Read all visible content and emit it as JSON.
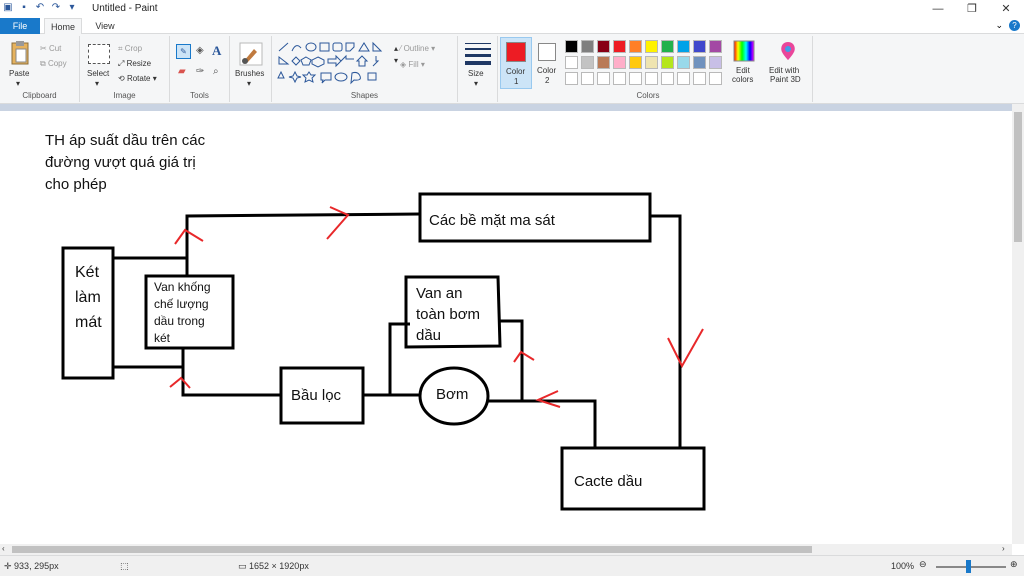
{
  "window": {
    "title": "Untitled - Paint",
    "minimize": "—",
    "restore": "❐",
    "close": "✕"
  },
  "tabs": {
    "file": "File",
    "home": "Home",
    "view": "View"
  },
  "ribbon": {
    "clipboard": {
      "paste": "Paste",
      "cut": "Cut",
      "copy": "Copy",
      "label": "Clipboard"
    },
    "image": {
      "select": "Select",
      "crop": "Crop",
      "resize": "Resize",
      "rotate": "Rotate",
      "label": "Image"
    },
    "tools": {
      "label": "Tools",
      "text_tool": "A"
    },
    "brushes": {
      "label": "Brushes"
    },
    "shapes": {
      "outline": "Outline",
      "fill": "Fill",
      "label": "Shapes"
    },
    "size": {
      "label": "Size"
    },
    "color1": {
      "label": "Color",
      "num": "1",
      "value": "#ed1c24"
    },
    "color2": {
      "label": "Color",
      "num": "2",
      "value": "#ffffff"
    },
    "colors": {
      "label": "Colors",
      "edit_line1": "Edit",
      "edit_line2": "colors",
      "paint3d_line1": "Edit with",
      "paint3d_line2": "Paint 3D",
      "row1": [
        "#000000",
        "#7f7f7f",
        "#880015",
        "#ed1c24",
        "#ff7f27",
        "#fff200",
        "#22b14c",
        "#00a2e8",
        "#3f48cc",
        "#a349a4"
      ],
      "row2": [
        "#ffffff",
        "#c3c3c3",
        "#b97a57",
        "#ffaec9",
        "#ffc90e",
        "#efe4b0",
        "#b5e61d",
        "#99d9ea",
        "#7092be",
        "#c8bfe7"
      ]
    }
  },
  "diagram": {
    "note_lines": [
      "TH áp suất dầu trên các",
      "đường vượt quá giá trị",
      "cho phép"
    ],
    "radiator_lines": [
      "Két",
      "làm",
      "mát"
    ],
    "valve_lines": [
      "Van khống",
      "chế lượng",
      "dầu trong",
      "két"
    ],
    "friction": "Các bề mặt ma sát",
    "safety_valve_lines": [
      "Van an",
      "toàn bơm",
      "dầu"
    ],
    "filter": "Bầu lọc",
    "pump": "Bơm",
    "crankcase": "Cacte dầu"
  },
  "status": {
    "cursor": "933, 295px",
    "size": "1652 × 1920px",
    "zoom": "100%"
  }
}
